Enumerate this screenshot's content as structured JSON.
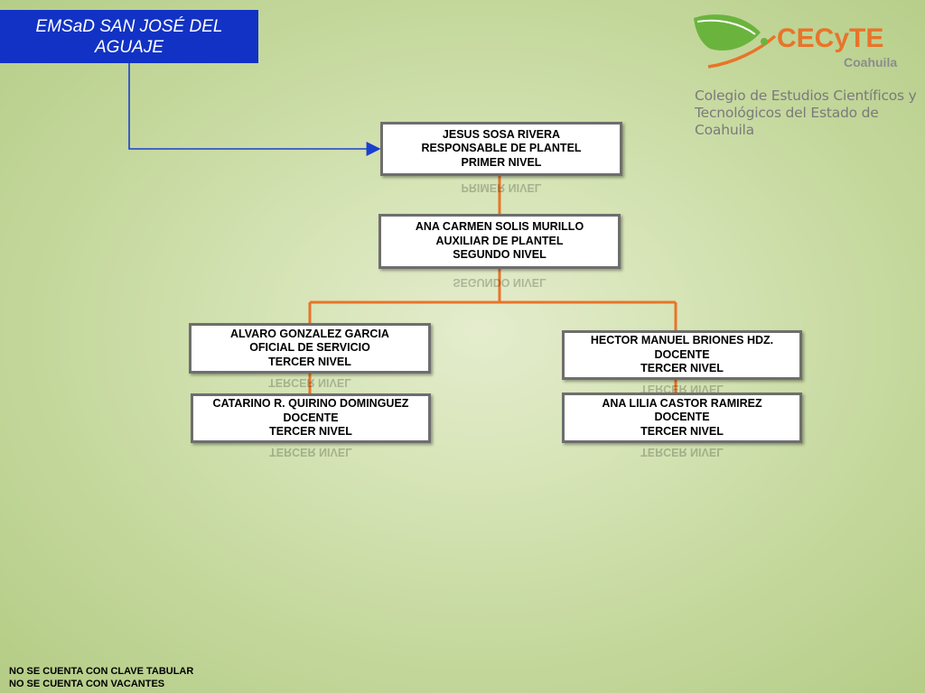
{
  "title": "EMSaD SAN JOSÉ DEL AGUAJE",
  "logo": {
    "brand": "CECyTE",
    "region": "Coahuila",
    "subtitle_line1": "Colegio de Estudios Científicos y",
    "subtitle_line2": "Tecnológicos del Estado de Coahuila",
    "colors": {
      "green": "#6ab43e",
      "orange": "#e8742a",
      "gray": "#8c8c8c"
    }
  },
  "nodes": {
    "n1": {
      "name": "JESUS SOSA RIVERA",
      "role": "RESPONSABLE DE PLANTEL",
      "level": "PRIMER NIVEL"
    },
    "n2": {
      "name": "ANA CARMEN SOLIS MURILLO",
      "role": "AUXILIAR DE PLANTEL",
      "level": "SEGUNDO NIVEL"
    },
    "n3": {
      "name": "ALVARO GONZALEZ GARCIA",
      "role": "OFICIAL DE SERVICIO",
      "level": "TERCER NIVEL"
    },
    "n4": {
      "name": "CATARINO R.  QUIRINO DOMINGUEZ",
      "role": "DOCENTE",
      "level": "TERCER NIVEL"
    },
    "n5": {
      "name": "HECTOR MANUEL BRIONES HDZ.",
      "role": "DOCENTE",
      "level": "TERCER NIVEL"
    },
    "n6": {
      "name": "ANA LILIA CASTOR RAMIREZ",
      "role": "DOCENTE",
      "level": "TERCER NIVEL"
    }
  },
  "notes": [
    "NO SE CUENTA CON CLAVE TABULAR",
    "NO SE CUENTA CON VACANTES"
  ],
  "colors": {
    "title_bg": "#1132c4",
    "connector_orange": "#e8742a",
    "connector_blue": "#1a3fd0"
  }
}
